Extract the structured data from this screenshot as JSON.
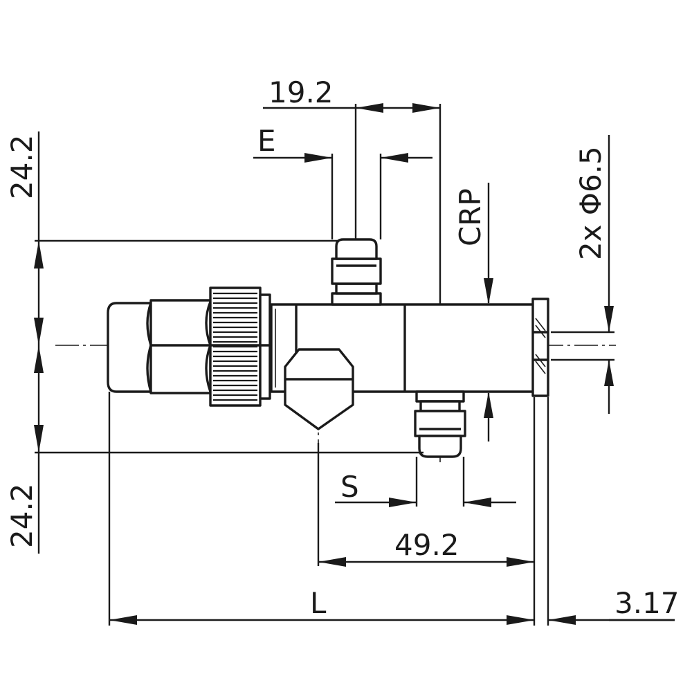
{
  "drawing": {
    "dimensions": {
      "top_width": "19.2",
      "e_label": "E",
      "crp_label": "CRP",
      "hole_spec": "2x Φ6.5",
      "left_upper": "24.2",
      "left_lower": "24.2",
      "s_label": "S",
      "offset": "49.2",
      "length_label": "L",
      "flange_thickness": "3.17"
    },
    "colors": {
      "line": "#1a1a1a",
      "background": "#ffffff"
    }
  }
}
